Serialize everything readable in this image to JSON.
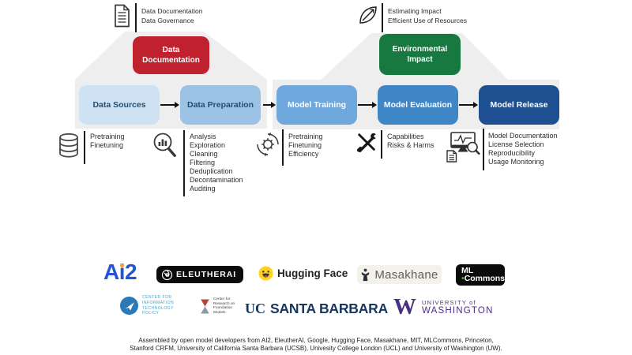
{
  "figure": {
    "annotations": [
      {
        "icon": "document-icon",
        "lines": [
          "Data Documentation",
          "Data Governance"
        ]
      },
      {
        "icon": "leaf-icon",
        "lines": [
          "Estimating Impact",
          "Efficient Use of Resources"
        ]
      }
    ],
    "highlights": [
      {
        "label_lines": [
          "Data",
          "Documentation"
        ],
        "color": "#bf212f"
      },
      {
        "label_lines": [
          "Environmental",
          "Impact"
        ],
        "color": "#17793f"
      }
    ],
    "stages": [
      {
        "label": "Data Sources",
        "bg": "#cfe2f3",
        "fg": "#1f4e79",
        "icon": "database-icon",
        "details": [
          "Pretraining",
          "Finetuning"
        ]
      },
      {
        "label": "Data Preparation",
        "bg": "#9cc3e5",
        "fg": "#1f4e79",
        "icon": "magnifier-chart-icon",
        "details": [
          "Analysis",
          "Exploration",
          "Cleaning",
          "Filtering",
          "Deduplication",
          "Decontamination",
          "Auditing"
        ]
      },
      {
        "label": "Model Training",
        "bg": "#6fa8dc",
        "fg": "#ffffff",
        "icon": "gear-sync-icon",
        "details": [
          "Pretraining",
          "Finetuning",
          "Efficiency"
        ]
      },
      {
        "label": "Model Evaluation",
        "bg": "#3f86c6",
        "fg": "#ffffff",
        "icon": "crossed-tools-icon",
        "details": [
          "Capabilities",
          "Risks & Harms"
        ]
      },
      {
        "label": "Model Release",
        "bg": "#1d4f91",
        "fg": "#ffffff",
        "icon": "monitor-audit-icon",
        "details": [
          "Model Documentation",
          "License Selection",
          "Reproducibility",
          "Usage Monitoring"
        ]
      }
    ]
  },
  "logos": {
    "ai2": {
      "label": "Ai2",
      "color": "#2453d6",
      "dot_color": "#f5a01b"
    },
    "eleutherai": {
      "label": "EleutherAI"
    },
    "huggingface": {
      "label": "Hugging Face"
    },
    "masakhane": {
      "label": "Masakhane"
    },
    "mlcommons": {
      "line1": "ML",
      "bullet": "•",
      "line2": "Commons",
      "dot_color": "#43b02a"
    },
    "citp": {
      "lines": [
        "CENTER FOR",
        "INFORMATION",
        "TECHNOLOGY",
        "POLICY"
      ]
    },
    "crfm": {
      "lines": [
        "Center for",
        "Research on",
        "Foundation",
        "Models"
      ]
    },
    "ucsb": {
      "prefix": "UC",
      "name": "SANTA BARBARA"
    },
    "uw": {
      "mark": "W",
      "line1": "UNIVERSITY of",
      "line2": "WASHINGTON"
    }
  },
  "caption": {
    "lines": [
      "Assembled by open model developers from AI2, EleutherAI, Google, Hugging Face, Masakhane, MIT, MLCommons, Princeton,",
      "Stanford CRFM, University of California Santa Barbara (UCSB), Univesity College London (UCL) and University of Washington (UW)."
    ]
  }
}
